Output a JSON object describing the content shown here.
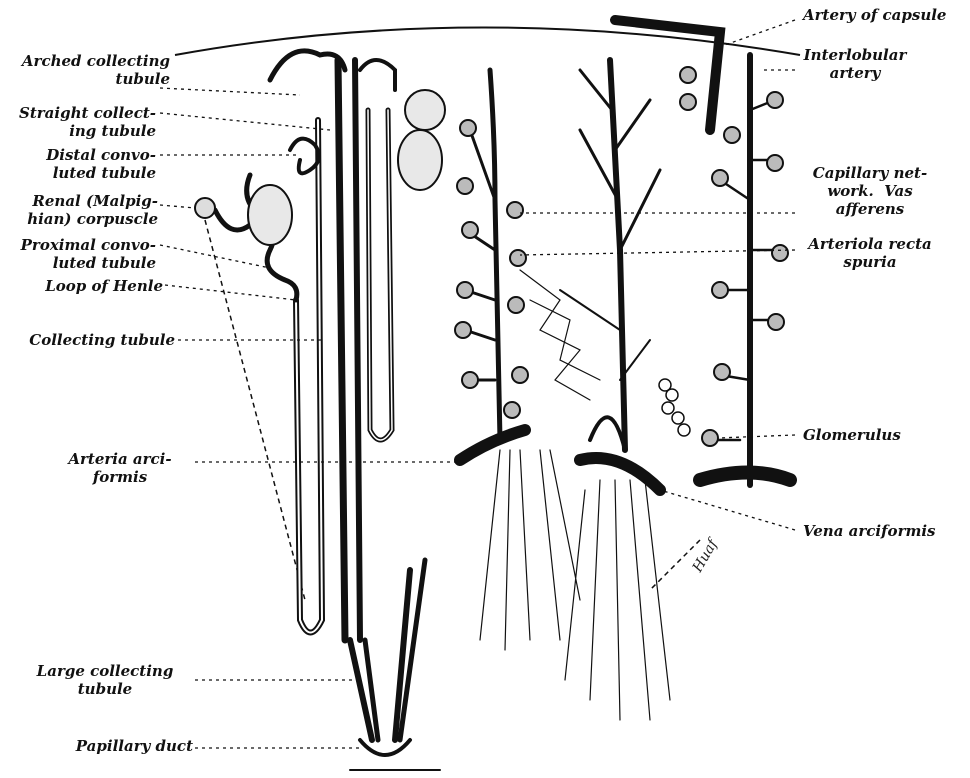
{
  "labels": {
    "arched_collecting_tubule": "Arched collecting\ntubule",
    "straight_collecting_tubule": "Straight collect-\ning tubule",
    "distal_convoluted_tubule": "Distal convo-\nluted tubule",
    "renal_corpuscle": "Renal (Malpig-\nhian) corpuscle",
    "proximal_convoluted_tubule": "Proximal convo-\nluted tubule",
    "loop_of_henle": "Loop of Henle",
    "collecting_tubule": "Collecting tubule",
    "arteria_arciformis": "Arteria arci-\nformis",
    "large_collecting_tubule": "Large collecting\ntubule",
    "papillary_duct": "Papillary duct",
    "artery_of_capsule": "Artery of capsule",
    "interlobular_artery": "Interlobular\nartery",
    "capillary_network": "Capillary net-\nwork.  Vas\nafferens",
    "arteriola_recta_spuria": "Arteriola recta\nspuria",
    "glomerulus": "Glomerulus",
    "vena_arciformis": "Vena arciformis"
  },
  "signature": "Huaf",
  "colors": {
    "ink": "#111111",
    "paper": "#ffffff"
  }
}
